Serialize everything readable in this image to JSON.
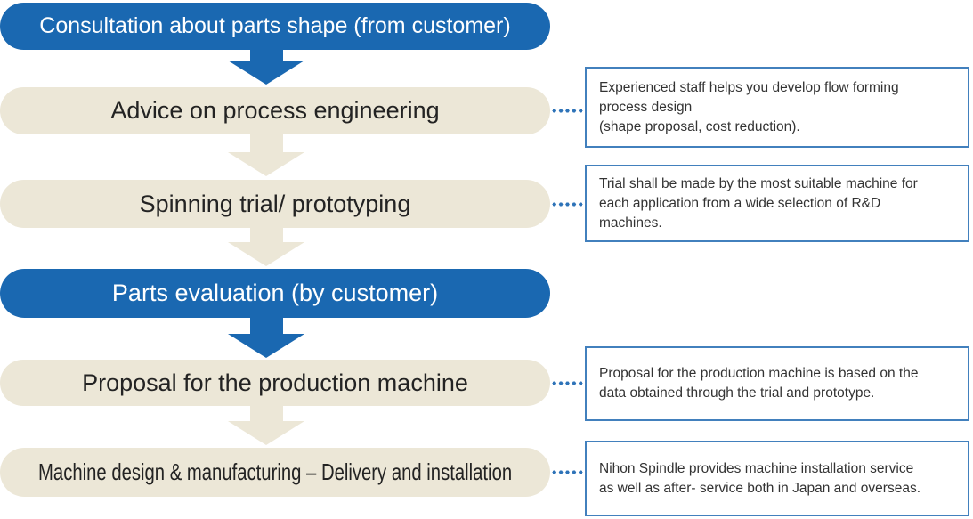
{
  "colors": {
    "blue": "#1a68b1",
    "beige": "#ece7d7",
    "arrow_beige": "#ece7d7",
    "box_border": "#4280bd",
    "dots": "#2e73b8",
    "pill_text_dark": "#232323",
    "pill_text_light": "#ffffff",
    "box_text": "#333333"
  },
  "flow": {
    "steps": [
      {
        "label": "Consultation about parts shape (from customer)",
        "variant": "blue"
      },
      {
        "label": "Advice on process engineering",
        "variant": "beige"
      },
      {
        "label": "Spinning trial/ prototyping",
        "variant": "beige"
      },
      {
        "label": "Parts evaluation (by customer)",
        "variant": "blue"
      },
      {
        "label": "Proposal for the production machine",
        "variant": "beige"
      },
      {
        "label": "Machine design & manufacturing – Delivery and installation",
        "variant": "beige"
      }
    ]
  },
  "notes": [
    {
      "text": "Experienced staff helps you develop flow forming\nprocess design\n(shape proposal, cost reduction)."
    },
    {
      "text": "Trial shall be made by the most suitable machine for\neach application from a wide selection of R&D\nmachines."
    },
    {
      "text": "Proposal for the production machine is based on the\ndata obtained through the trial and prototype."
    },
    {
      "text": "Nihon Spindle provides machine installation service\nas well as after- service both in Japan and overseas."
    }
  ]
}
